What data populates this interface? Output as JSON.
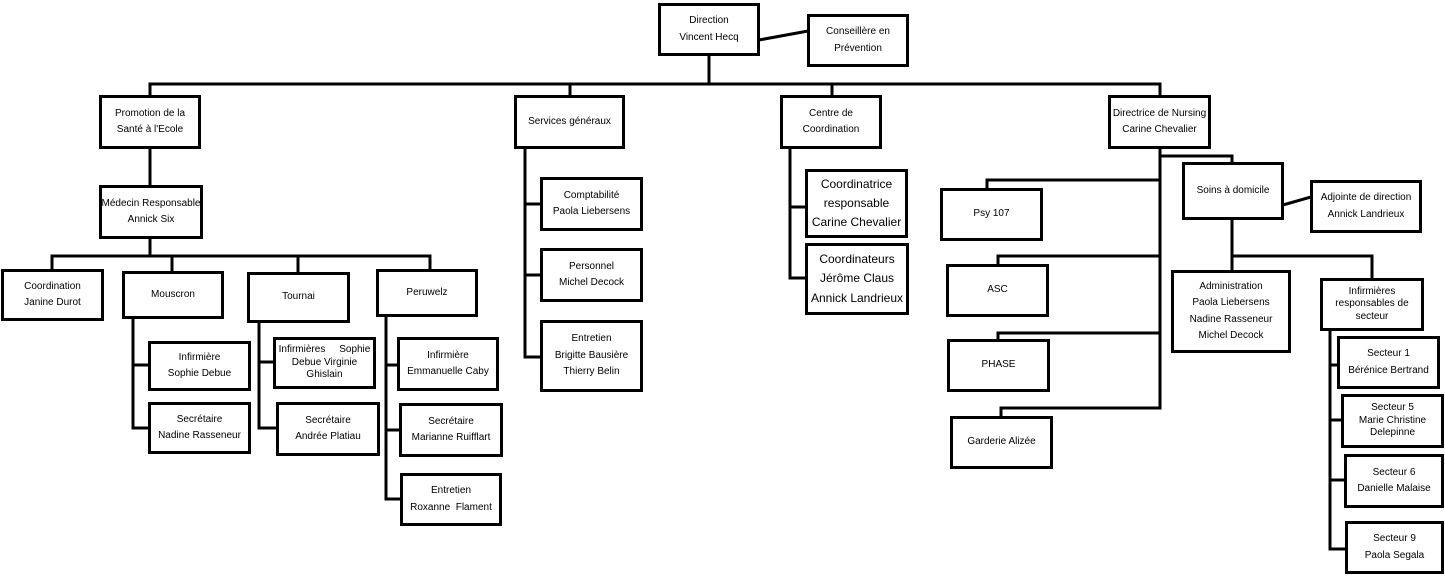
{
  "boxes": {
    "direction": [
      "Direction",
      "Vincent Hecq"
    ],
    "conseillere": [
      "Conseillère en",
      "Prévention"
    ],
    "promotion": [
      "Promotion de la",
      "Santé à l'Ecole"
    ],
    "services": [
      "Services généraux"
    ],
    "centre": [
      "Centre de",
      "Coordination"
    ],
    "directrice": [
      "Directrice de Nursing",
      "Carine Chevalier"
    ],
    "medecin": [
      "Médecin Responsable",
      "Annick Six"
    ],
    "coordination": [
      "Coordination",
      "Janine Durot"
    ],
    "mouscron": [
      "Mouscron"
    ],
    "tournai": [
      "Tournai"
    ],
    "peruwelz": [
      "Peruwelz"
    ],
    "inf_mouscron": [
      "Infirmière",
      "Sophie Debue"
    ],
    "sec_mouscron": [
      "Secrétaire",
      "Nadine Rasseneur"
    ],
    "inf_tournai": [
      "Infirmières     Sophie",
      "Debue Virginie",
      "Ghislain"
    ],
    "sec_tournai": [
      "Secrétaire",
      "Andrée Platiau"
    ],
    "inf_peruwelz": [
      "Infirmière",
      "Emmanuelle Caby"
    ],
    "sec_peruwelz": [
      "Secrétaire",
      "Marianne Ruifflart"
    ],
    "ent_peruwelz": [
      "Entretien",
      "Roxanne  Flament"
    ],
    "comptabilite": [
      "Comptabilité",
      "Paola Liebersens"
    ],
    "personnel": [
      "Personnel",
      "Michel Decock"
    ],
    "entretien_sg": [
      "Entretien",
      "Brigitte Bausière",
      "Thierry Belin"
    ],
    "coord_resp": [
      "Coordinatrice",
      "responsable",
      "Carine Chevalier"
    ],
    "coordinateurs": [
      "Coordinateurs",
      "Jérôme Claus",
      "Annick Landrieux"
    ],
    "psy107": [
      "Psy 107"
    ],
    "asc": [
      "ASC"
    ],
    "phase": [
      "PHASE"
    ],
    "garderie": [
      "Garderie Alizée"
    ],
    "soins": [
      "Soins à domicile"
    ],
    "adjointe": [
      "Adjointe de direction",
      "Annick Landrieux"
    ],
    "administration": [
      "Administration",
      "Paola Liebersens",
      "Nadine Rasseneur",
      "Michel Decock"
    ],
    "infirmieres_resp": [
      "Infirmières",
      "responsables de",
      "secteur"
    ],
    "secteur1": [
      "Secteur 1",
      "Bérénice Bertrand"
    ],
    "secteur5": [
      "Secteur 5",
      "Marie Christine",
      "Delepinne"
    ],
    "secteur6": [
      "Secteur 6",
      "Danielle Malaise"
    ],
    "secteur9": [
      "Secteur 9",
      "Paola Segala"
    ]
  }
}
